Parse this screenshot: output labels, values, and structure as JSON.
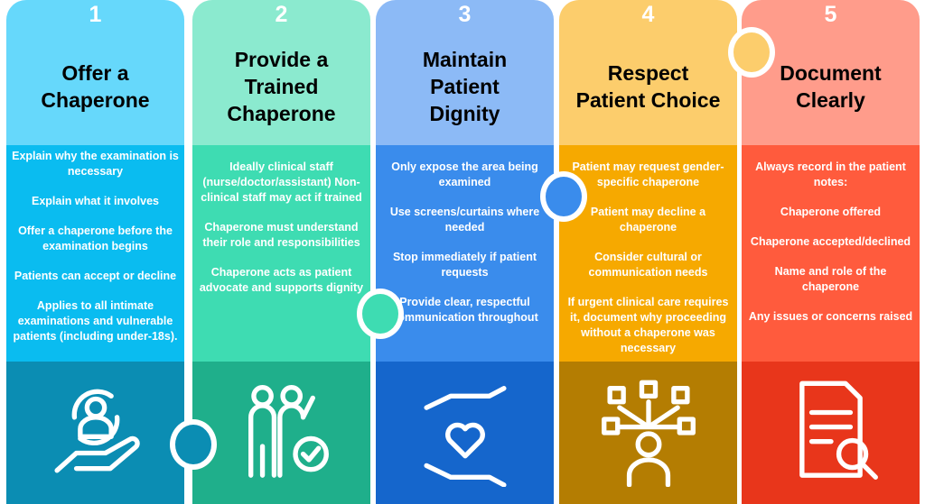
{
  "steps": [
    {
      "number": "1",
      "title": "Offer a\nChaperone",
      "icon": "hand-person-cycle-icon",
      "colors": {
        "head": "#66d8fb",
        "body": "#0abcf0",
        "foot": "#0b8db3"
      },
      "points": [
        "Explain why the examination is necessary",
        "Explain what it involves",
        "Offer a chaperone before the examination begins",
        "Patients can accept or decline",
        "Applies to all intimate examinations and vulnerable patients (including under-18s)."
      ]
    },
    {
      "number": "2",
      "title": "Provide a\nTrained\nChaperone",
      "icon": "two-people-check-icon",
      "colors": {
        "head": "#8beacf",
        "body": "#3edcb2",
        "foot": "#1faf8b"
      },
      "points": [
        "Ideally clinical staff (nurse/doctor/assistant) Non-clinical staff may act if trained",
        "Chaperone must understand their role and responsibilities",
        "Chaperone acts as patient advocate and supports dignity"
      ]
    },
    {
      "number": "3",
      "title": "Maintain\nPatient\nDignity",
      "icon": "hands-heart-icon",
      "colors": {
        "head": "#8cbaf6",
        "body": "#3a8cec",
        "foot": "#1566cc"
      },
      "points": [
        "Only expose the area being examined",
        "Use screens/curtains where needed",
        "Stop immediately if patient requests",
        "Provide clear, respectful communication throughout"
      ]
    },
    {
      "number": "4",
      "title": "Respect\nPatient Choice",
      "icon": "person-choices-icon",
      "colors": {
        "head": "#fccd6c",
        "body": "#f6a900",
        "foot": "#b47d02"
      },
      "points": [
        "Patient may request gender-specific chaperone",
        "Patient may decline a chaperone",
        "Consider cultural or communication needs",
        "If urgent clinical care requires it, document why proceeding without a chaperone was necessary"
      ]
    },
    {
      "number": "5",
      "title": "Document\nClearly",
      "icon": "document-magnifier-icon",
      "colors": {
        "head": "#ff9c8b",
        "body": "#ff5b3d",
        "foot": "#e8361b"
      },
      "points": [
        "Always record in the patient notes:",
        "Chaperone offered",
        "Chaperone accepted/declined",
        "Name and role of the chaperone",
        "Any issues or concerns raised"
      ]
    }
  ]
}
